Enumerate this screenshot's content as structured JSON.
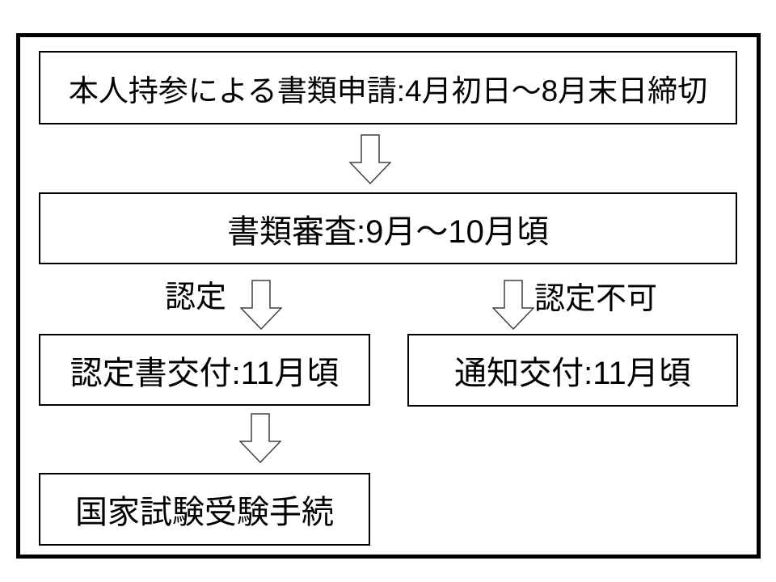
{
  "flowchart": {
    "boxes": [
      {
        "id": "application",
        "label": "本人持参による書類申請:4月初日～8月末日締切"
      },
      {
        "id": "review",
        "label": "書類審査:9月～10月頃"
      },
      {
        "id": "certificate",
        "label": "認定書交付:11月頃"
      },
      {
        "id": "notice",
        "label": "通知交付:11月頃"
      },
      {
        "id": "exam",
        "label": "国家試験受験手続"
      }
    ],
    "branch_labels": {
      "approved": "認定",
      "rejected": "認定不可"
    },
    "edges": [
      {
        "from": "application",
        "to": "review"
      },
      {
        "from": "review",
        "to": "certificate",
        "label": "認定"
      },
      {
        "from": "review",
        "to": "notice",
        "label": "認定不可"
      },
      {
        "from": "certificate",
        "to": "exam"
      }
    ],
    "icons": {
      "down_arrow": "hollow block down-arrow"
    },
    "colors": {
      "background": "#ffffff",
      "outer_border": "#000000",
      "box_border": "#000000",
      "text": "#000000",
      "arrow_outline": "#404040",
      "arrow_fill": "#ffffff"
    }
  }
}
